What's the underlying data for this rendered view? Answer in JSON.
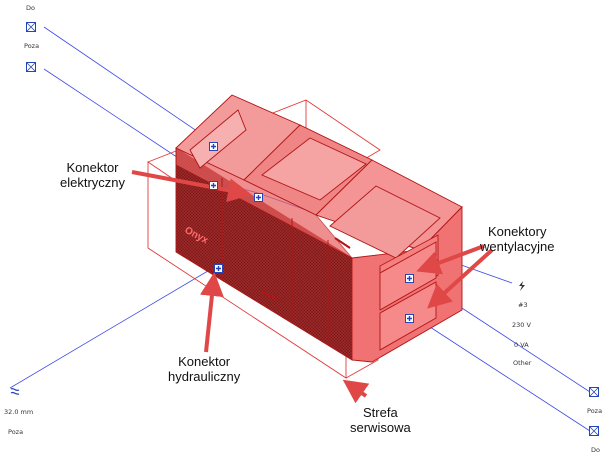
{
  "colors": {
    "equipment_fill": "#f05a5a",
    "equipment_edge": "#b21515",
    "service_zone_edge": "#e23a3a",
    "connector_line": "#3e4ae8",
    "arrow": "#e04848",
    "control_icon": "#2545b8"
  },
  "controls": {
    "top_left": {
      "label_do": "Do",
      "label_poza": "Poza"
    },
    "bottom_left": {
      "dimension": "32.0 mm",
      "label_poza": "Poza"
    },
    "right_panel": {
      "label_number": "#3",
      "voltage": "230 V",
      "power": "0 VA",
      "system": "Other"
    },
    "bottom_right": {
      "label_poza": "Poza",
      "label_do": "Do"
    }
  },
  "brand_text": "Onyx",
  "annotations": {
    "electrical": "Konektor\nelektryczny",
    "ventilation": "Konektory\nwentylacyjne",
    "hydraulic": "Konektor\nhydrauliczny",
    "service": "Strefa\nserwisowa"
  },
  "icons": {
    "connector": "connector-cross-icon",
    "flip": "flip-arrow-icon",
    "electric": "lightning-icon",
    "pipe": "pipe-icon"
  }
}
